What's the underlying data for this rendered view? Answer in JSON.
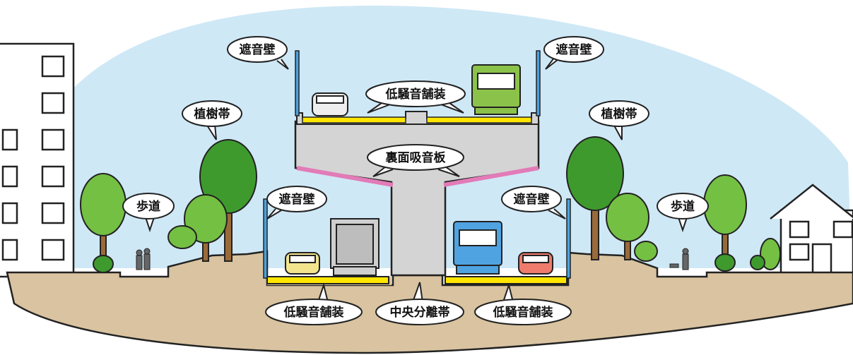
{
  "labels": {
    "upper_sound_barrier_left": "遮音壁",
    "upper_sound_barrier_right": "遮音壁",
    "upper_pavement": "低騒音舗装",
    "underside_absorber": "裏面吸音板",
    "green_belt_left": "植樹帯",
    "green_belt_right": "植樹帯",
    "sidewalk_left": "歩道",
    "sidewalk_right": "歩道",
    "lower_sound_barrier_left": "遮音壁",
    "lower_sound_barrier_right": "遮音壁",
    "lower_pavement_left": "低騒音舗装",
    "median_strip": "中央分離帯",
    "lower_pavement_right": "低騒音舗装"
  },
  "colors": {
    "sky": "#cfe8f6",
    "ground": "#d9c3a0",
    "concrete": "#d4d4d4",
    "pavement": "#ffe600",
    "absorber": "#e27bb8",
    "barrier": "#4aa3df",
    "tree_dark": "#3f9a2e",
    "tree_light": "#74c043",
    "trunk": "#9a6b3a"
  }
}
